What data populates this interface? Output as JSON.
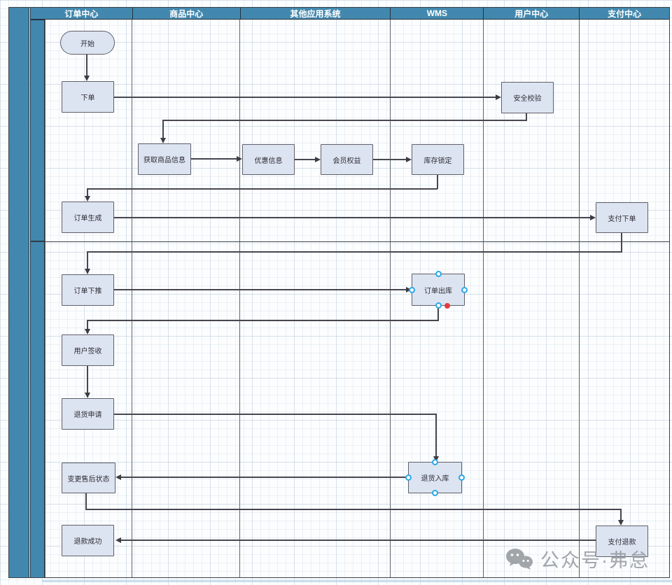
{
  "diagram": {
    "lanes": [
      "订单中心",
      "商品中心",
      "其他应用系统",
      "WMS",
      "用户中心",
      "支付中心"
    ],
    "nodes": [
      {
        "id": "start",
        "label": "开始",
        "type": "start",
        "lane": "订单中心"
      },
      {
        "id": "place-order",
        "label": "下单",
        "type": "process",
        "lane": "订单中心"
      },
      {
        "id": "security-check",
        "label": "安全校验",
        "type": "process",
        "lane": "用户中心"
      },
      {
        "id": "get-product-info",
        "label": "获取商品信息",
        "type": "process",
        "lane": "商品中心"
      },
      {
        "id": "discount-info",
        "label": "优惠信息",
        "type": "process",
        "lane": "其他应用系统"
      },
      {
        "id": "member-benefits",
        "label": "会员权益",
        "type": "process",
        "lane": "其他应用系统"
      },
      {
        "id": "inventory-lock",
        "label": "库存锁定",
        "type": "process",
        "lane": "WMS"
      },
      {
        "id": "order-generate",
        "label": "订单生成",
        "type": "process",
        "lane": "订单中心"
      },
      {
        "id": "pay-order",
        "label": "支付下单",
        "type": "process",
        "lane": "支付中心"
      },
      {
        "id": "order-push",
        "label": "订单下推",
        "type": "process",
        "lane": "订单中心"
      },
      {
        "id": "order-outbound",
        "label": "订单出库",
        "type": "process",
        "lane": "WMS",
        "selected": true
      },
      {
        "id": "user-sign",
        "label": "用户签收",
        "type": "process",
        "lane": "订单中心"
      },
      {
        "id": "return-apply",
        "label": "退货申请",
        "type": "process",
        "lane": "订单中心"
      },
      {
        "id": "return-inbound",
        "label": "退货入库",
        "type": "process",
        "lane": "WMS",
        "selected": true
      },
      {
        "id": "change-aftersale-status",
        "label": "变更售后状态",
        "type": "process",
        "lane": "订单中心"
      },
      {
        "id": "refund-success",
        "label": "退款成功",
        "type": "process",
        "lane": "订单中心"
      },
      {
        "id": "pay-refund",
        "label": "支付退款",
        "type": "process",
        "lane": "支付中心"
      }
    ],
    "edges": [
      {
        "from": "开始",
        "to": "下单"
      },
      {
        "from": "下单",
        "to": "安全校验"
      },
      {
        "from": "安全校验",
        "to": "获取商品信息"
      },
      {
        "from": "获取商品信息",
        "to": "优惠信息"
      },
      {
        "from": "优惠信息",
        "to": "会员权益"
      },
      {
        "from": "会员权益",
        "to": "库存锁定"
      },
      {
        "from": "库存锁定",
        "to": "订单生成"
      },
      {
        "from": "订单生成",
        "to": "支付下单"
      },
      {
        "from": "支付下单",
        "to": "订单下推"
      },
      {
        "from": "订单下推",
        "to": "订单出库"
      },
      {
        "from": "订单出库",
        "to": "用户签收"
      },
      {
        "from": "用户签收",
        "to": "退货申请"
      },
      {
        "from": "退货申请",
        "to": "退货入库"
      },
      {
        "from": "退货入库",
        "to": "变更售后状态"
      },
      {
        "from": "变更售后状态",
        "to": "支付退款"
      },
      {
        "from": "支付退款",
        "to": "退款成功"
      }
    ]
  },
  "watermark": {
    "text": "公众号·弗怠",
    "icon": "wechat-icon"
  },
  "colors": {
    "lane_header": "#4288ae",
    "node_fill": "#dde4f1",
    "node_border": "#5f606b",
    "connector": "#47474f",
    "selection_handle": "#2aa7e8",
    "endpoint_dot": "#e23b3b",
    "watermark": "#92979c"
  }
}
